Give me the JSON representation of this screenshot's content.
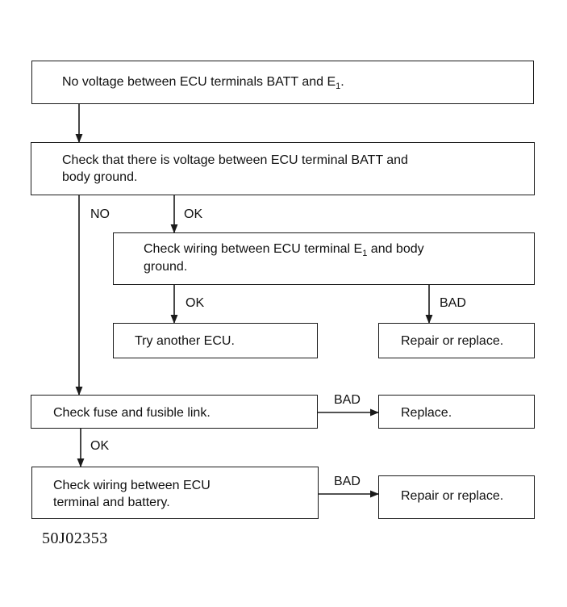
{
  "steps": {
    "no_voltage": {
      "text": "No voltage between ECU terminals BATT and E",
      "sub": "1",
      "tail": "."
    },
    "check_batt": {
      "line1": "Check that there is voltage between ECU terminal BATT and",
      "line2": "body ground."
    },
    "check_e1": {
      "line1_pre": "Check wiring between ECU terminal E",
      "line1_sub": "1",
      "line1_post": " and body",
      "line2": "ground."
    },
    "try_ecu": {
      "text": "Try another ECU."
    },
    "repair_1": {
      "text": "Repair or replace."
    },
    "check_fuse": {
      "text": "Check fuse and fusible link."
    },
    "replace": {
      "text": "Replace."
    },
    "check_wiring": {
      "line1": "Check wiring between ECU",
      "line2": "terminal and battery."
    },
    "repair_2": {
      "text": "Repair or replace."
    }
  },
  "labels": {
    "no": "NO",
    "ok_1": "OK",
    "ok_2": "OK",
    "bad_1": "BAD",
    "bad_2": "BAD",
    "ok_3": "OK",
    "bad_3": "BAD"
  },
  "figure_code": "50J02353"
}
